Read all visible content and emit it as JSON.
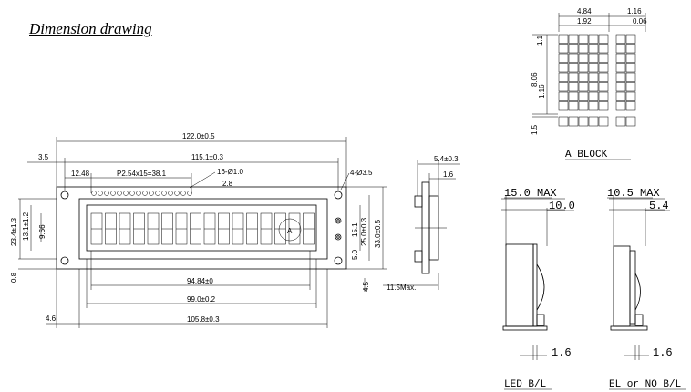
{
  "title": "Dimension drawing",
  "front": {
    "overall_width": "122.0±0.5",
    "hole_pitch": "115.1±0.3",
    "pin_offset": "3.5",
    "pin_start": "12.48",
    "pin_pitch": "P2.54x15=38.1",
    "pin_holes": "16-Ø1.0",
    "pin_dim": "2.8",
    "mount_holes": "4-Ø3.5",
    "height_total": "23.4±1.3",
    "height_view": "13.1±1.2",
    "char_h": "9.66",
    "edge_offset": "0.8",
    "right_h1": "15.1",
    "right_h2": "25.0±0.3",
    "right_h3": "33.0±0.5",
    "right_h4": "5.0",
    "bottom_left": "4.5",
    "char_area": "94.84±0",
    "view_area": "99.0±0.2",
    "outline": "105.8±0.3",
    "left_offset": "4.6",
    "block_a": "A"
  },
  "side": {
    "depth": "5.4±0.3",
    "pcb": "1.6",
    "max_h": "11.5Max."
  },
  "block": {
    "w1": "4.84",
    "w2": "1.16",
    "w3": "1.92",
    "w4": "0.06",
    "h1": "1.1",
    "h2": "8.06",
    "h3": "1.16",
    "h4": "1.5",
    "caption": "A  BLOCK"
  },
  "led": {
    "max": "15.0 MAX",
    "inner": "10.0",
    "pcb": "1.6",
    "caption": "LED B/L"
  },
  "el": {
    "max": "10.5 MAX",
    "inner": "5.4",
    "pcb": "1.6",
    "caption": "EL or NO B/L"
  }
}
